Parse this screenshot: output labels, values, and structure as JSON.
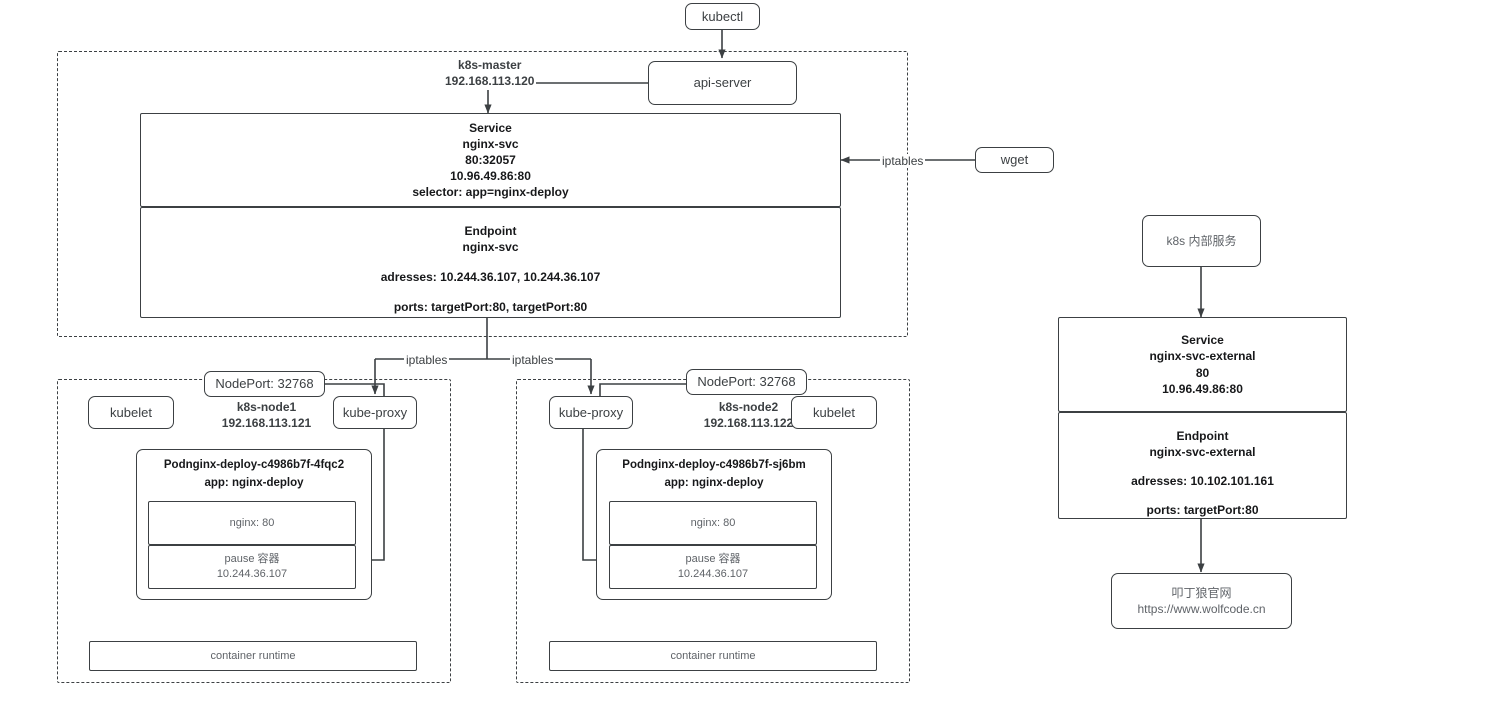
{
  "diagram": {
    "title": "Kubernetes Service / Endpoint networking diagram",
    "stroke_color": "#3c4043",
    "background": "#ffffff"
  },
  "top": {
    "kubectl_label": "kubectl"
  },
  "master": {
    "name_line1": "k8s-master",
    "name_line2": "192.168.113.120",
    "api_server_label": "api-server",
    "service": {
      "title": "Service",
      "name": "nginx-svc",
      "ports": "80:32057",
      "cluster_ip": "10.96.49.86:80",
      "selector": "selector: app=nginx-deploy"
    },
    "endpoint": {
      "title": "Endpoint",
      "name": "nginx-svc",
      "addresses": "adresses: 10.244.36.107, 10.244.36.107",
      "ports": "ports: targetPort:80, targetPort:80"
    }
  },
  "external_client": {
    "iptables_label": "iptables",
    "wget_label": "wget"
  },
  "branch_labels": {
    "left_iptables": "iptables",
    "right_iptables": "iptables"
  },
  "node1": {
    "nodeport": "NodePort: 32768",
    "name_line1": "k8s-node1",
    "name_line2": "192.168.113.121",
    "kubelet_label": "kubelet",
    "kube_proxy_label": "kube-proxy",
    "pod": {
      "title": "Podnginx-deploy-c4986b7f-4fqc2",
      "app": "app: nginx-deploy",
      "container_main": "nginx: 80",
      "container_pause_line1": "pause 容器",
      "container_pause_line2": "10.244.36.107"
    },
    "container_runtime_label": "container runtime"
  },
  "node2": {
    "nodeport": "NodePort: 32768",
    "name_line1": "k8s-node2",
    "name_line2": "192.168.113.122",
    "kubelet_label": "kubelet",
    "kube_proxy_label": "kube-proxy",
    "pod": {
      "title": "Podnginx-deploy-c4986b7f-sj6bm",
      "app": "app: nginx-deploy",
      "container_main": "nginx: 80",
      "container_pause_line1": "pause 容器",
      "container_pause_line2": "10.244.36.107"
    },
    "container_runtime_label": "container runtime"
  },
  "right_panel": {
    "internal_service_label": "k8s 内部服务",
    "service": {
      "title": "Service",
      "name": "nginx-svc-external",
      "port": "80",
      "cluster_ip": "10.96.49.86:80"
    },
    "endpoint": {
      "title": "Endpoint",
      "name": "nginx-svc-external",
      "addresses": "adresses: 10.102.101.161",
      "ports": "ports: targetPort:80"
    },
    "external_site": {
      "line1": "叩丁狼官网",
      "line2": "https://www.wolfcode.cn"
    }
  }
}
